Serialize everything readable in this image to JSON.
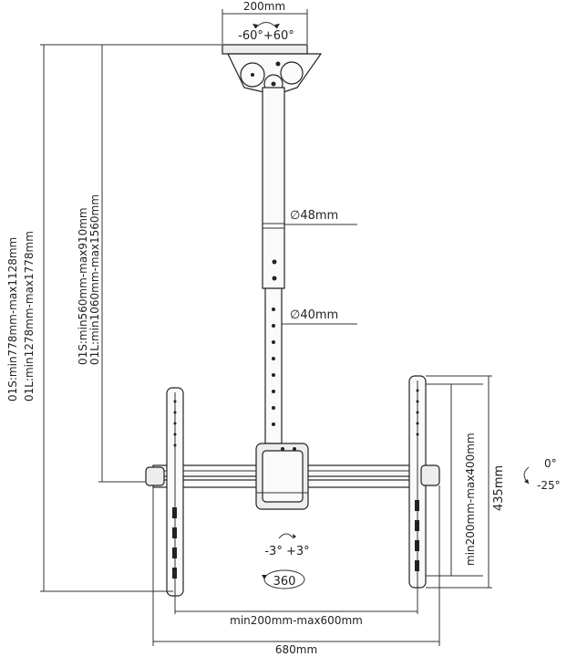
{
  "dimensions": {
    "top_width": "200mm",
    "swivel": "-60°+60°",
    "tube_outer": "∅48mm",
    "tube_inner": "∅40mm",
    "overall_height_short": "01S:min778mm-max1128mm",
    "overall_height_long": "01L:min1278mm-max1778mm",
    "pole_length_short": "01S:min560mm-max910mm",
    "pole_length_long": "01L:min1060mm-max1560mm",
    "vertical_vesa": "min200mm-max400mm",
    "bracket_height": "435mm",
    "tilt_top": "0°",
    "tilt_bottom": "-25°",
    "level_adjust": "-3° +3°",
    "rotation": "360",
    "horizontal_vesa": "min200mm-max600mm",
    "overall_width": "680mm"
  },
  "colors": {
    "line": "#222222",
    "part_fill": "#fafafa",
    "shade": "#ededed"
  }
}
